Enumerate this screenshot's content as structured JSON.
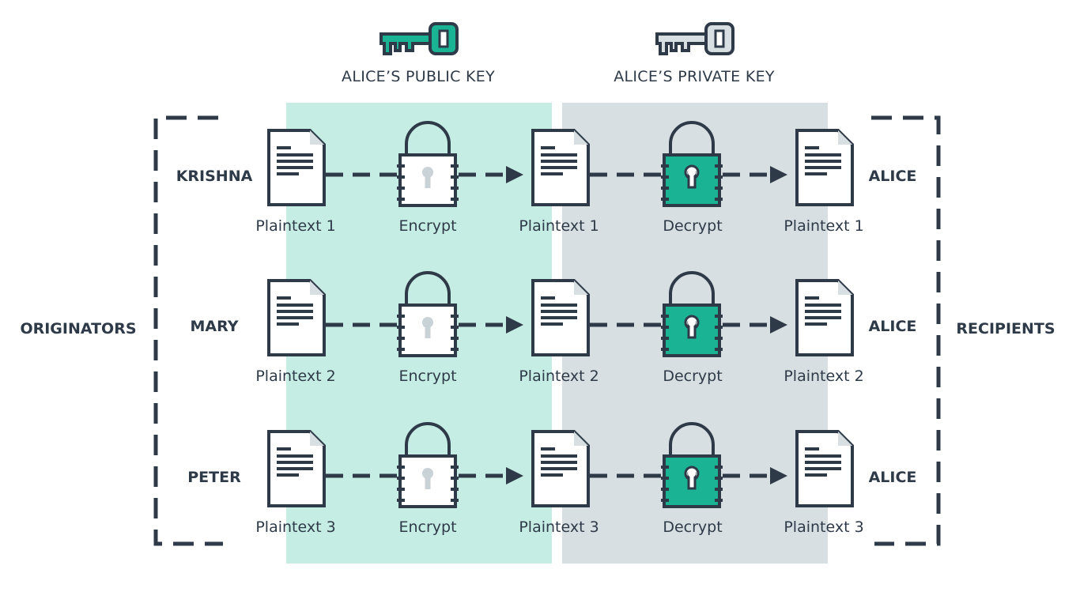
{
  "keys": {
    "public_label": "ALICE’S PUBLIC KEY",
    "private_label": "ALICE’S PRIVATE KEY"
  },
  "groups": {
    "originators": "ORIGINATORS",
    "recipients": "RECIPIENTS"
  },
  "rows": [
    {
      "sender": "KRISHNA",
      "recipient": "ALICE",
      "doc_in": "Plaintext 1",
      "encrypt": "Encrypt",
      "doc_mid": "Plaintext 1",
      "decrypt": "Decrypt",
      "doc_out": "Plaintext 1"
    },
    {
      "sender": "MARY",
      "recipient": "ALICE",
      "doc_in": "Plaintext 2",
      "encrypt": "Encrypt",
      "doc_mid": "Plaintext 2",
      "decrypt": "Decrypt",
      "doc_out": "Plaintext 2"
    },
    {
      "sender": "PETER",
      "recipient": "ALICE",
      "doc_in": "Plaintext 3",
      "encrypt": "Encrypt",
      "doc_mid": "Plaintext 3",
      "decrypt": "Decrypt",
      "doc_out": "Plaintext 3"
    }
  ],
  "colors": {
    "ink": "#2e3a48",
    "teal": "#1ab394",
    "teal_panel": "#c5ede4",
    "gray_panel": "#d7dfe2",
    "key_gray": "#d7dfe2",
    "keyhole_gray": "#c9d2d6"
  },
  "icons": {
    "public_key": "key-icon-teal",
    "private_key": "key-icon-gray",
    "document": "document-icon",
    "encrypt_lock": "lock-icon-white",
    "decrypt_lock": "lock-icon-teal"
  }
}
